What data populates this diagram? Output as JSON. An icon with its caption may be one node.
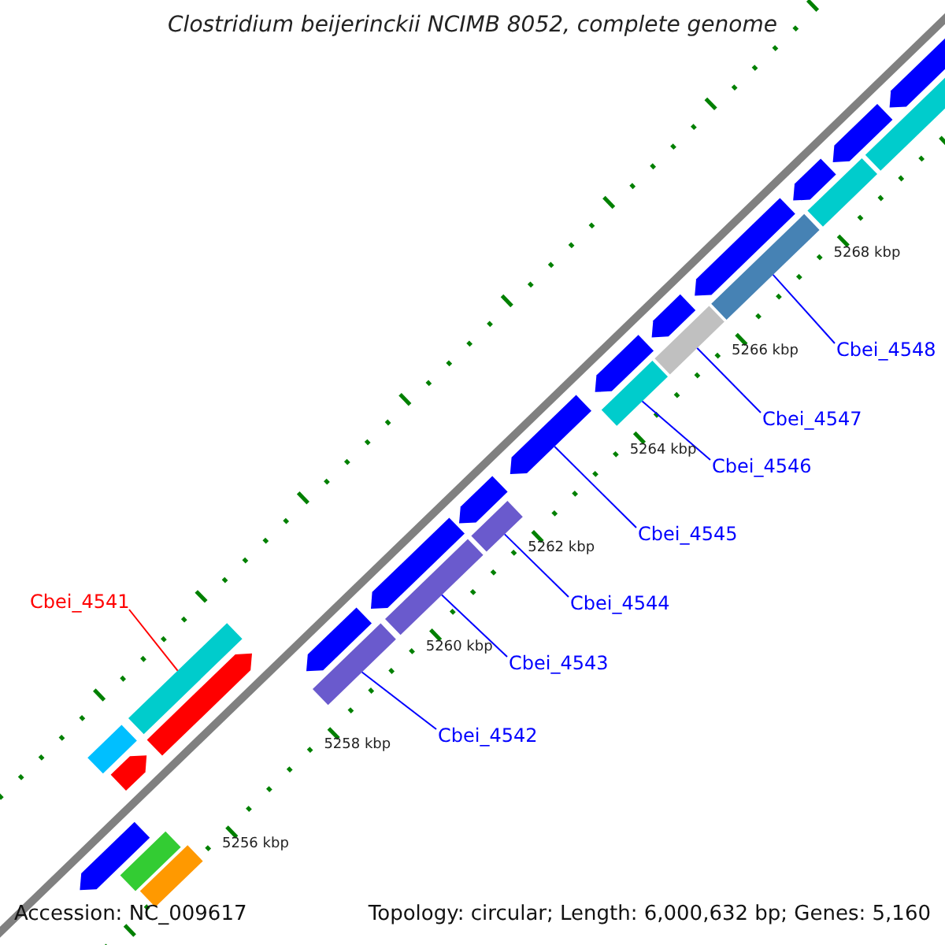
{
  "diagram": {
    "title": "Clostridium beijerinckii NCIMB 8052, complete genome",
    "nodes": [
      {
        "text": [
          "Cbei_4548"
        ]
      },
      {
        "text": [],
        "shape": "bar"
      },
      {
        "text": [
          "Cbei_4547"
        ]
      },
      {
        "text": [],
        "shape": "bar"
      },
      {
        "text": [
          "Cbei_4546"
        ]
      },
      {
        "text": [],
        "shape": "bar"
      },
      {
        "text": [
          "Cbei_4545"
        ]
      },
      {
        "text": [],
        "shape": "arrow"
      },
      {
        "text": [
          "Cbei_4544"
        ]
      },
      {
        "text": [],
        "shape": "bar"
      },
      {
        "text": [
          "Cbei_4543"
        ]
      },
      {
        "text": [],
        "shape": "bar"
      },
      {
        "text": [
          "Cbei_4541"
        ]
      },
      {
        "text": [],
        "shape": "bar"
      },
      {
        "text": [
          "Cbei_4542"
        ]
      },
      {
        "text": [],
        "shape": "bar"
      },
      {
        "text": [],
        "shape": "arrow"
      },
      {
        "text": [],
        "shape": "bar"
      },
      {
        "text": [],
        "shape": "bar"
      },
      {
        "text": [],
        "shape": "arrow"
      },
      {
        "text": [],
        "shape": "arrow"
      },
      {
        "text": [],
        "shape": "arrow"
      },
      {
        "text": [],
        "shape": "arrow"
      },
      {
        "text": [],
        "shape": "arrow"
      },
      {
        "text": [],
        "shape": "arrow"
      },
      {
        "text": [],
        "shape": "arrow"
      },
      {
        "text": [],
        "shape": "arrow"
      },
      {
        "text": [],
        "shape": "arrow"
      },
      {
        "text": [],
        "shape": "bar"
      },
      {
        "text": [],
        "shape": "bar"
      },
      {
        "text": [],
        "shape": "arrow"
      },
      {
        "text": [],
        "shape": "arrow"
      },
      {
        "text": [],
        "shape": "bar"
      }
    ],
    "edges": [
      {
        "from": 0,
        "to": 1,
        "arrow": "none"
      },
      {
        "from": 2,
        "to": 3,
        "arrow": "none"
      },
      {
        "from": 4,
        "to": 5,
        "arrow": "none"
      },
      {
        "from": 6,
        "to": 7,
        "arrow": "none"
      },
      {
        "from": 8,
        "to": 9,
        "arrow": "none"
      },
      {
        "from": 10,
        "to": 11,
        "arrow": "none"
      },
      {
        "from": 12,
        "to": 13,
        "arrow": "none",
        "color": "#ff0000"
      },
      {
        "from": 14,
        "to": 15,
        "arrow": "none"
      }
    ],
    "labels": [
      "5268 kbp",
      "5266 kbp",
      "5264 kbp",
      "5262 kbp",
      "5260 kbp",
      "5258 kbp",
      "5256 kbp",
      "Accession: NC_009617",
      "Topology: circular; Length: 6,000,632 bp; Genes: 5,160"
    ]
  }
}
